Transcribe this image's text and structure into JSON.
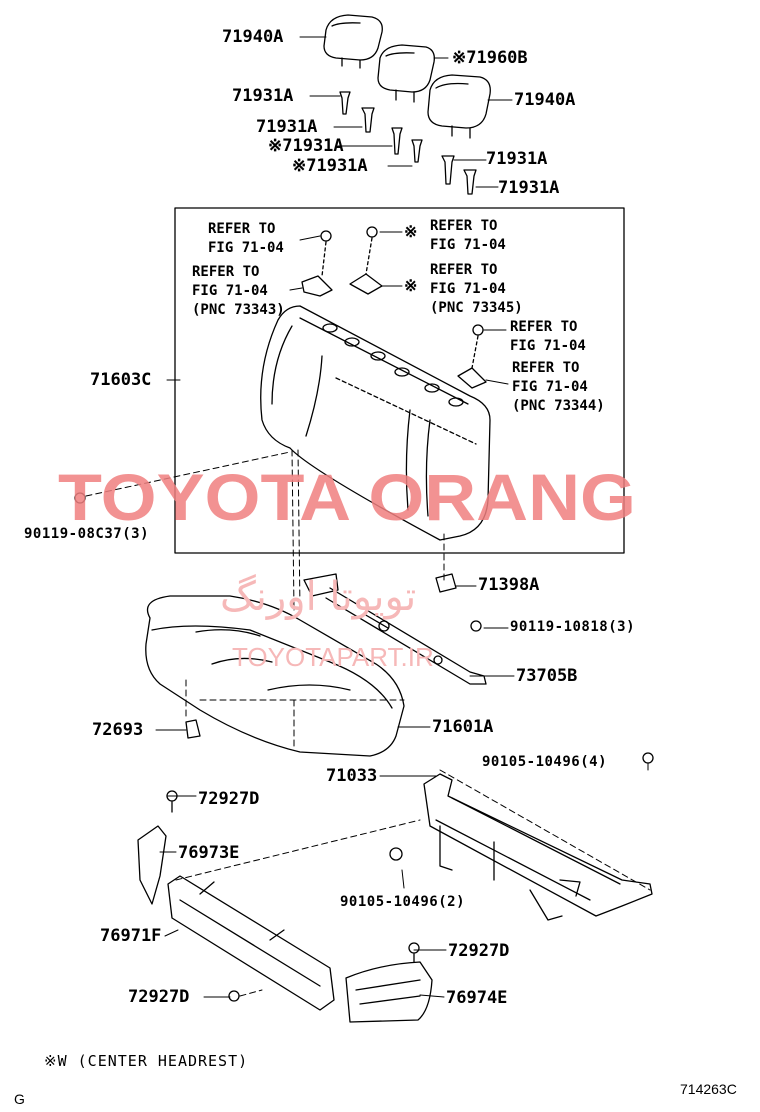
{
  "labels": {
    "p71940a_top": "71940A",
    "p71960b": "※71960B",
    "p71940a_right": "71940A",
    "p71931a_1": "71931A",
    "p71931a_2": "71931A",
    "p71931a_3": "※71931A",
    "p71931a_4": "※71931A",
    "p71931a_5": "71931A",
    "p71931a_6": "71931A",
    "p71603c": "71603C",
    "p90119_08c37": "90119-08C37(3)",
    "p71398a": "71398A",
    "p90119_10818": "90119-10818(3)",
    "p73705b": "73705B",
    "p72693": "72693",
    "p71601a": "71601A",
    "p90105_10496_4": "90105-10496(4)",
    "p71033": "71033",
    "p72927d_1": "72927D",
    "p76973e": "76973E",
    "p90105_10496_2": "90105-10496(2)",
    "p76971f": "76971F",
    "p72927d_2": "72927D",
    "p72927d_3": "72927D",
    "p76974e": "76974E"
  },
  "refer_notes": {
    "ref1": "REFER TO\nFIG 71-04",
    "ref2": "REFER TO\nFIG 71-04\n(PNC 73343)",
    "ref3": "REFER TO\nFIG 71-04",
    "ref4": "REFER TO\nFIG 71-04\n(PNC 73345)",
    "ref5": "REFER TO\nFIG 71-04",
    "ref6": "REFER TO\nFIG 71-04\n(PNC 73344)",
    "mark_a": "※",
    "mark_b": "※"
  },
  "watermark": {
    "main": "TOYOTA ORANG",
    "arabic": "تويوتا اورنگ",
    "url": "TOYOTAPART.IR"
  },
  "footer": {
    "note": "※W (CENTER  HEADREST)",
    "left_code": "G",
    "fig_code": "714263C"
  },
  "colors": {
    "ink": "#000000",
    "watermark_red": "#f08080",
    "watermark_light": "#f6b8b8"
  }
}
